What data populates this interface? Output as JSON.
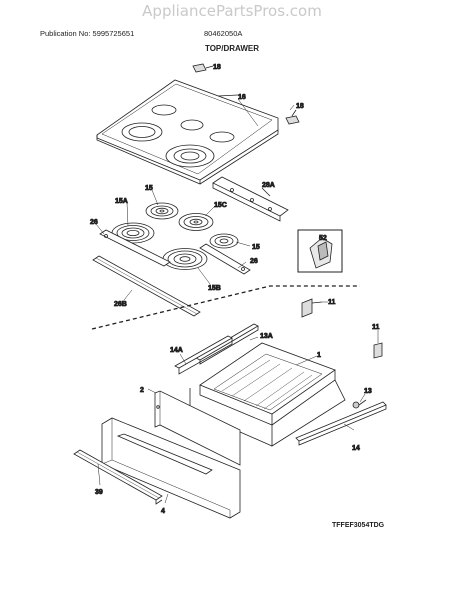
{
  "watermark": "AppliancePartsPros.com",
  "header": {
    "publication": "Publication No: 5995725651",
    "model": "80462050A",
    "title": "TOP/DRAWER"
  },
  "diagram_code": "TFFEF3054TDG",
  "callouts": {
    "p18a": "18",
    "p16": "16",
    "p18b": "18",
    "p28a": "28A",
    "p15a": "15",
    "p15a_top": "15A",
    "p15c": "15C",
    "p26a": "26",
    "p15b_side": "15",
    "p52": "52",
    "p26b": "26",
    "p15b": "15B",
    "p26b_bar": "26B",
    "p11a": "11",
    "p11b": "11",
    "p13a": "13A",
    "p14a": "14A",
    "p1": "1",
    "p2": "2",
    "p13": "13",
    "p14": "14",
    "p39": "39",
    "p4": "4"
  }
}
